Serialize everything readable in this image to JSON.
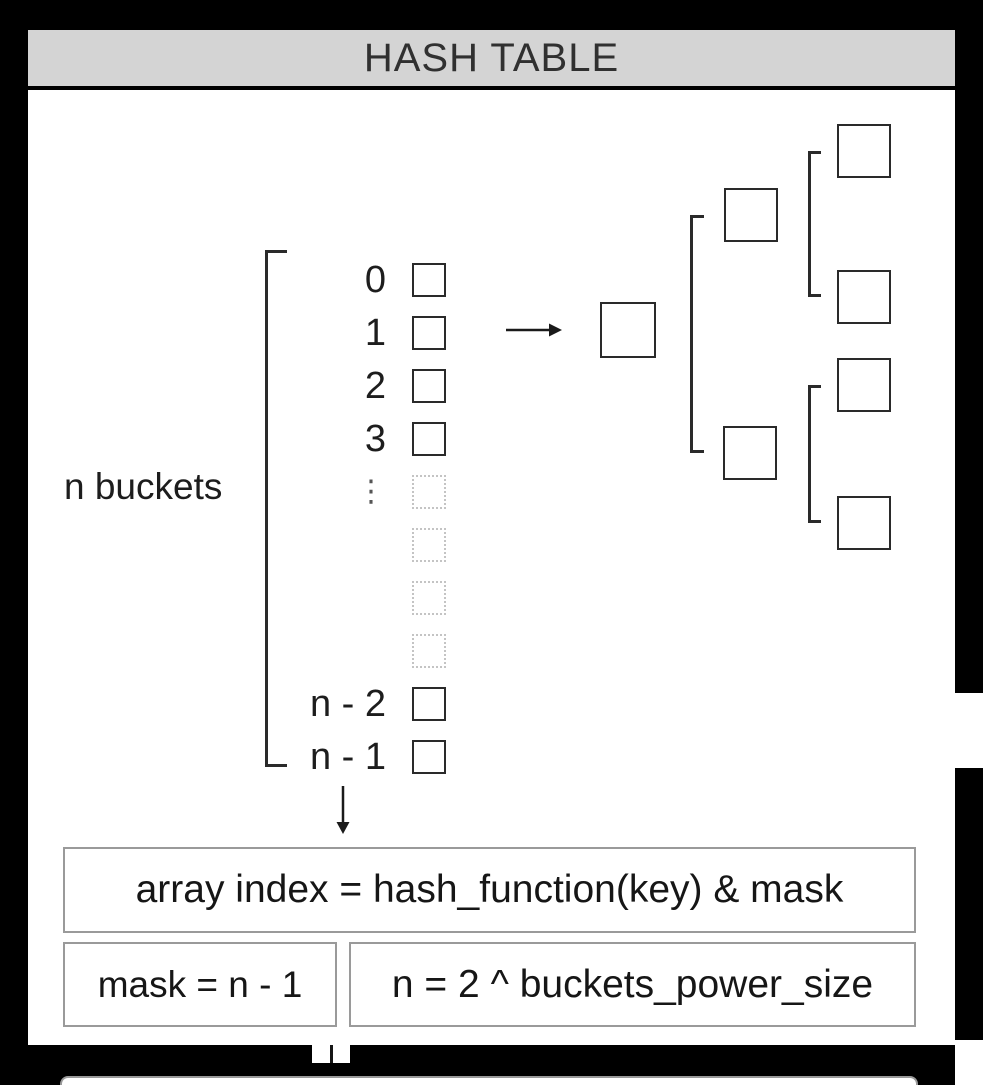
{
  "title": "HASH TABLE",
  "buckets": {
    "label": "n buckets",
    "rows": [
      {
        "index": "0"
      },
      {
        "index": "1"
      },
      {
        "index": "2"
      },
      {
        "index": "3"
      },
      {
        "index": "⋮"
      },
      {
        "index": ""
      },
      {
        "index": ""
      },
      {
        "index": ""
      },
      {
        "index": "n - 2"
      },
      {
        "index": "n - 1"
      }
    ]
  },
  "formulas": {
    "index": "array index = hash_function(key) & mask",
    "mask": "mask = n - 1",
    "size": "n = 2 ^ buckets_power_size"
  },
  "icons": {
    "arrow_right": "arrow-right-icon",
    "arrow_down": "arrow-down-icon"
  },
  "colors": {
    "frame": "#000000",
    "titlebar_bg": "#d4d4d4",
    "content_bg": "#ffffff",
    "line": "#2a2a2a",
    "box_border": "#9a9a9a",
    "dotted_cell_border": "#c4c4c4"
  }
}
